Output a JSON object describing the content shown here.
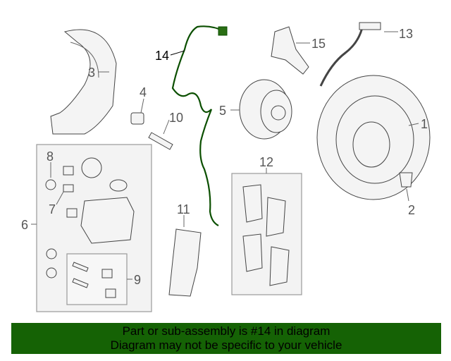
{
  "diagram": {
    "callouts": [
      "1",
      "2",
      "3",
      "4",
      "5",
      "6",
      "7",
      "8",
      "9",
      "10",
      "11",
      "12",
      "13",
      "14",
      "15"
    ],
    "highlighted_part": "14",
    "highlight_color": "#0b4f00"
  },
  "banner": {
    "line1": "Part or sub-assembly is #14 in diagram",
    "line2": "Diagram may not be specific to your vehicle",
    "background": "#156205"
  }
}
